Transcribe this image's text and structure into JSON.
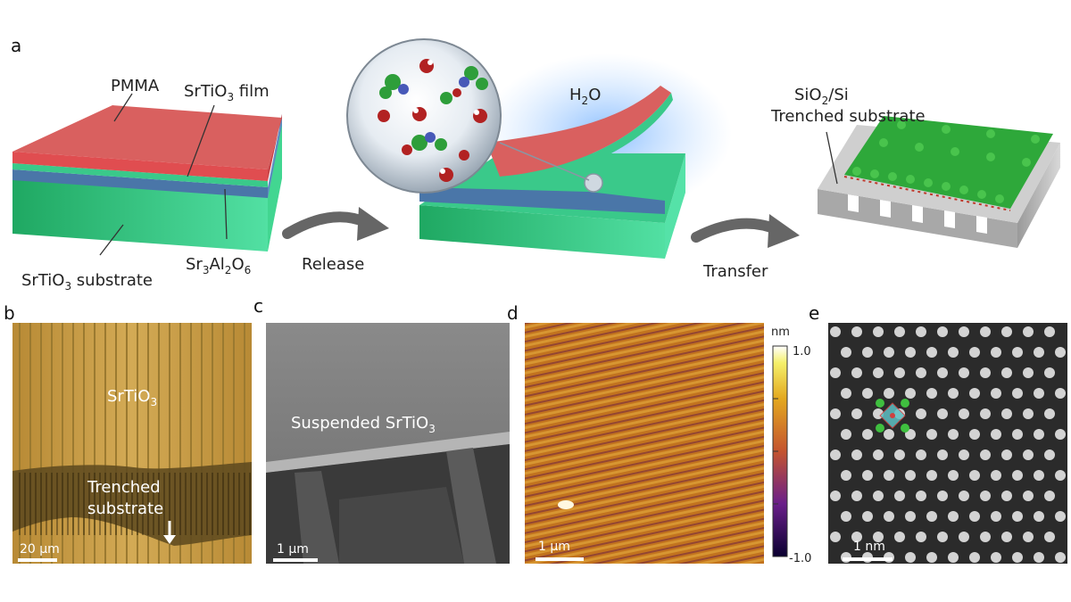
{
  "panels": {
    "a": "a",
    "b": "b",
    "c": "c",
    "d": "d",
    "e": "e"
  },
  "a": {
    "pmma": "PMMA",
    "film_main": "SrTiO",
    "film_sub": "3",
    "film_tail": " film",
    "sub_main": "SrTiO",
    "sub_sub": "3",
    "sub_tail": " substrate",
    "sac_p1": "Sr",
    "sac_s1": "3",
    "sac_p2": "Al",
    "sac_s2": "2",
    "sac_p3": "O",
    "sac_s3": "6",
    "water_main": "H",
    "water_sub": "2",
    "water_tail": "O",
    "release": "Release",
    "transfer": "Transfer",
    "sio2_p1": "SiO",
    "sio2_s1": "2",
    "sio2_tail": "/Si",
    "trenched": "Trenched substrate"
  },
  "b": {
    "label_main": "SrTiO",
    "label_sub": "3",
    "trenched_l1": "Trenched",
    "trenched_l2": "substrate",
    "scale": "20 µm"
  },
  "c": {
    "label_main": "Suspended SrTiO",
    "label_sub": "3",
    "scale": "1 µm"
  },
  "d": {
    "scale": "1 µm",
    "unit": "nm",
    "cmax": "1.0",
    "cmin": "-1.0"
  },
  "e": {
    "scale": "1 nm"
  },
  "colors": {
    "pmma": "#d9605f",
    "substrate": "#2fbf7a",
    "sacrificial": "#4a76a8",
    "arrow": "#666666",
    "optical": "#c49a3e"
  }
}
